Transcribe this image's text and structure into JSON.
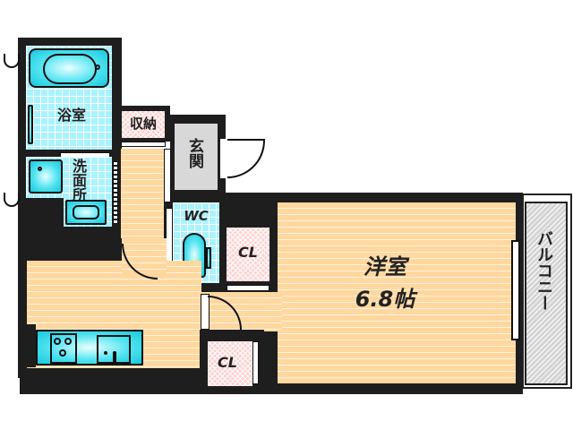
{
  "floorplan": {
    "rooms": {
      "bathroom": {
        "label": "浴室"
      },
      "storage": {
        "label": "収納"
      },
      "entrance": {
        "label": "玄関"
      },
      "washroom": {
        "label": "洗面所"
      },
      "toilet": {
        "label": "WC"
      },
      "closet_1": {
        "label": "CL"
      },
      "closet_2": {
        "label": "CL"
      },
      "western_room": {
        "label": "洋室",
        "size": "6.8帖"
      },
      "balcony": {
        "label": "バルコニー"
      }
    },
    "colors": {
      "wall": "#1e1e1e",
      "tile": "#a9f2ff",
      "wood_floor": "#ffd8a0",
      "closet": "#ffd0d0",
      "entrance": "#d8d8d8",
      "fixture": "#17c8dc"
    },
    "fixtures": [
      "bathtub-icon",
      "washing-machine-icon",
      "wash-basin-icon",
      "toilet-icon",
      "gas-stove-icon",
      "kitchen-sink-icon"
    ]
  }
}
